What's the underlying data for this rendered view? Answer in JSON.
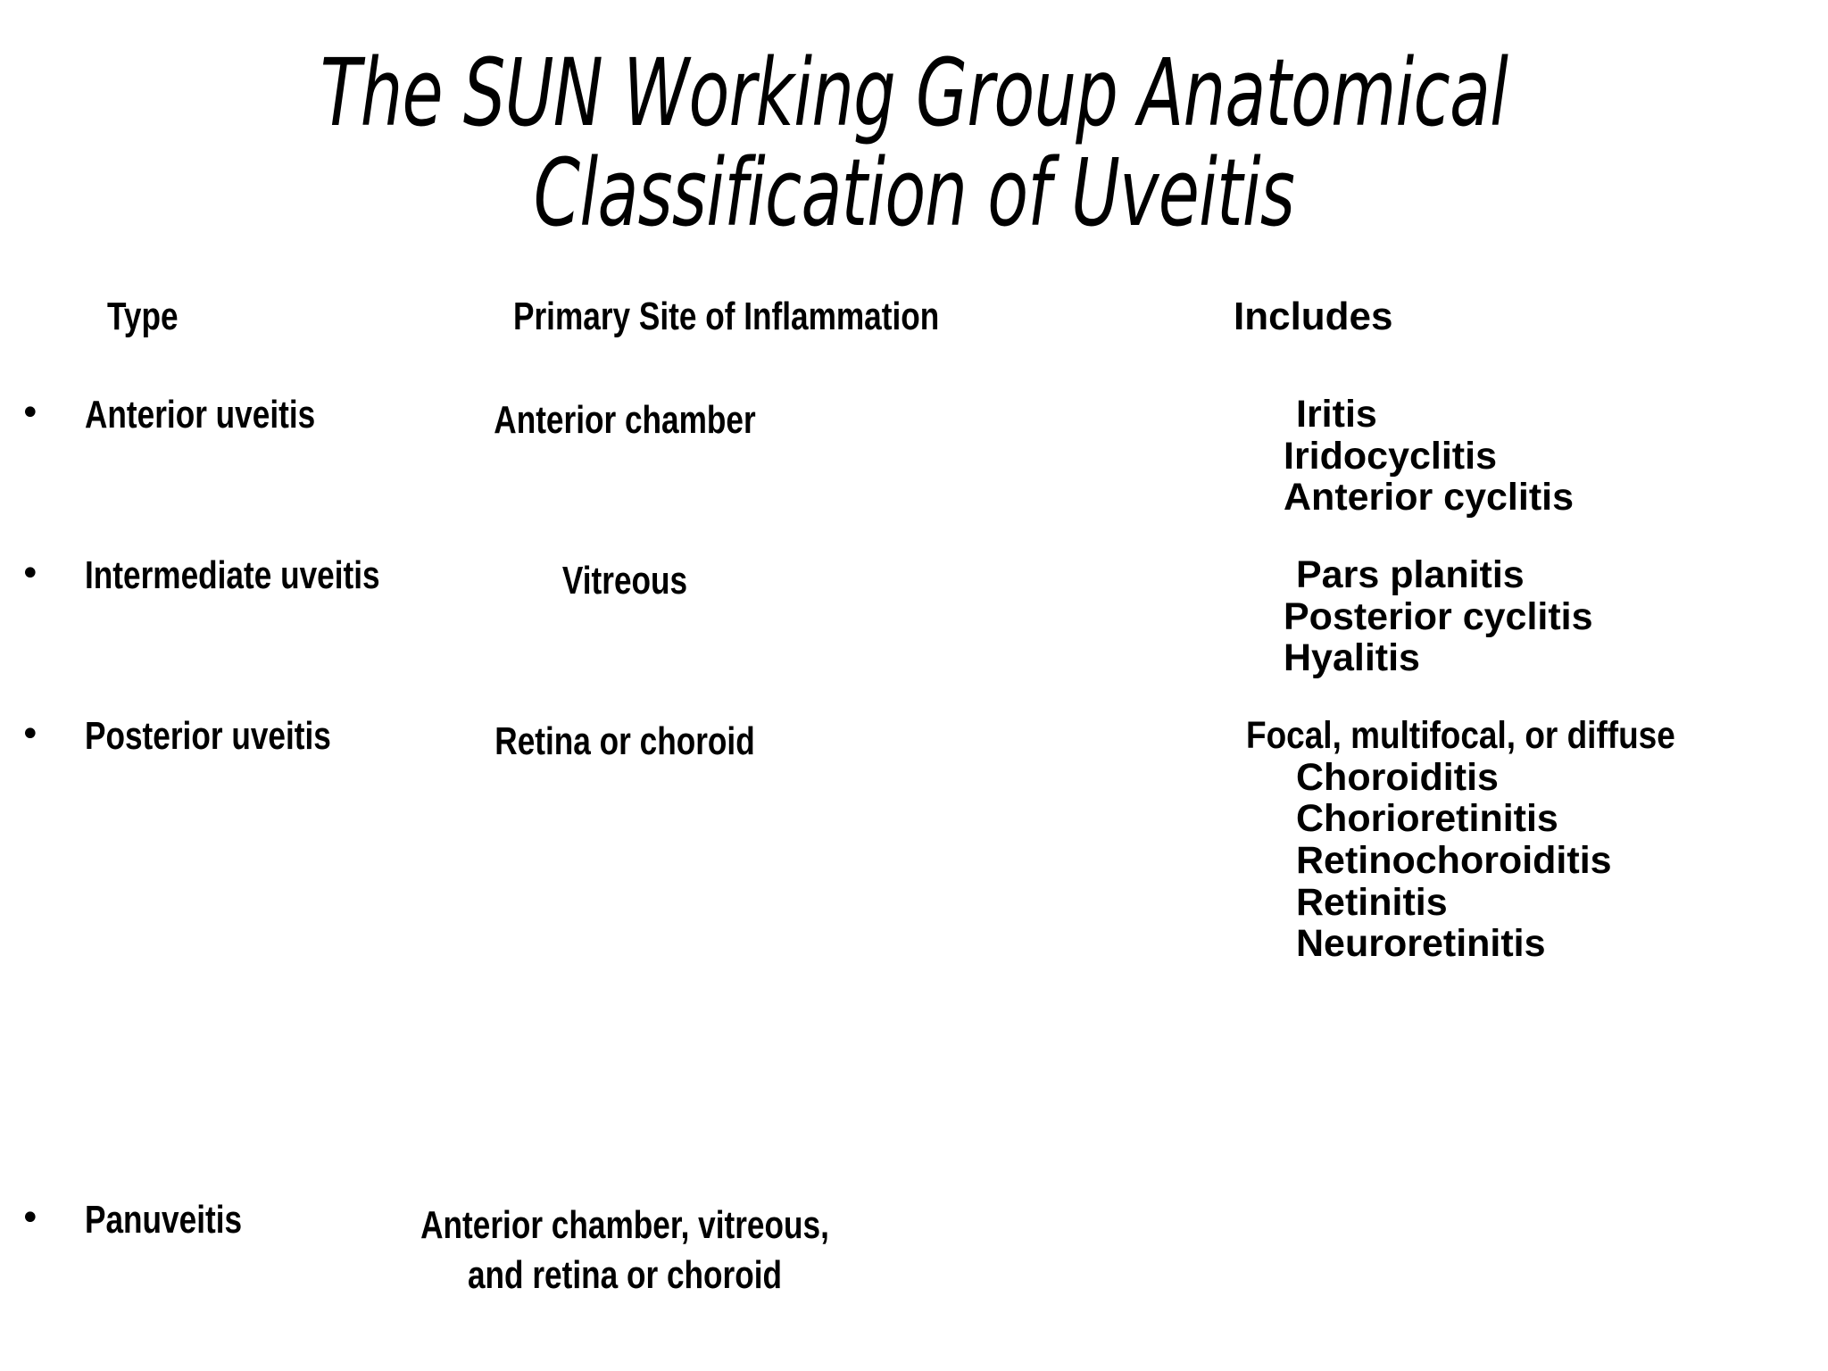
{
  "slide": {
    "title_line_1": "The SUN Working Group Anatomical",
    "title_line_2": "Classification of Uveitis",
    "bullet_glyph": "•",
    "background_color": "#ffffff",
    "text_color": "#000000"
  },
  "table": {
    "headers": {
      "type": "Type",
      "site": "Primary Site of Inflammation",
      "includes": "Includes"
    },
    "rows": [
      {
        "type": "Anterior uveitis",
        "site": "Anterior chamber",
        "includes": [
          "Iritis",
          "Iridocyclitis",
          "Anterior cyclitis"
        ]
      },
      {
        "type": "Intermediate uveitis",
        "site": "Vitreous",
        "includes": [
          "Pars planitis",
          "Posterior cyclitis",
          "Hyalitis"
        ]
      },
      {
        "type": "Posterior uveitis",
        "site": "Retina or choroid",
        "includes": [
          "Focal, multifocal, or diffuse",
          "Choroiditis",
          "Chorioretinitis",
          "Retinochoroiditis",
          "Retinitis",
          "Neuroretinitis"
        ]
      },
      {
        "type": "Panuveitis",
        "site_line_1": "Anterior chamber, vitreous,",
        "site_line_2": "and retina or choroid",
        "includes": []
      }
    ]
  }
}
